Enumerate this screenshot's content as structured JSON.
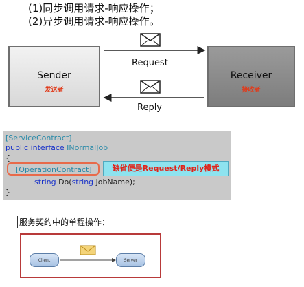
{
  "heading": {
    "line1": "(1)同步调用请求-响应操作；",
    "line2": "(2)异步调用请求-响应操作。"
  },
  "diagram": {
    "sender": {
      "title": "Sender",
      "subtitle": "发送者"
    },
    "receiver": {
      "title": "Receiver",
      "subtitle": "接收者"
    },
    "request_label": "Request",
    "reply_label": "Reply"
  },
  "code": {
    "line1": "[ServiceContract]",
    "line2_kw": "public interface",
    "line2_name": "INormalJob",
    "line3": "{",
    "attr": "[OperationContract]",
    "line5_type": "string",
    "line5_method": "Do(",
    "line5_ptype": "string",
    "line5_rest": "jobName);",
    "line6": "}",
    "callout": "缺省便是Request/Reply模式"
  },
  "section2": {
    "title": "服务契约中的单程操作："
  },
  "oneway": {
    "client": "Client",
    "server": "Server"
  },
  "colors": {
    "sender_fill": "#e4e4e4",
    "receiver_fill": "#8a8a8a",
    "accent_red": "#e0241a",
    "callout_bg": "#8ee3ef",
    "code_keyword": "#1a33c9"
  }
}
